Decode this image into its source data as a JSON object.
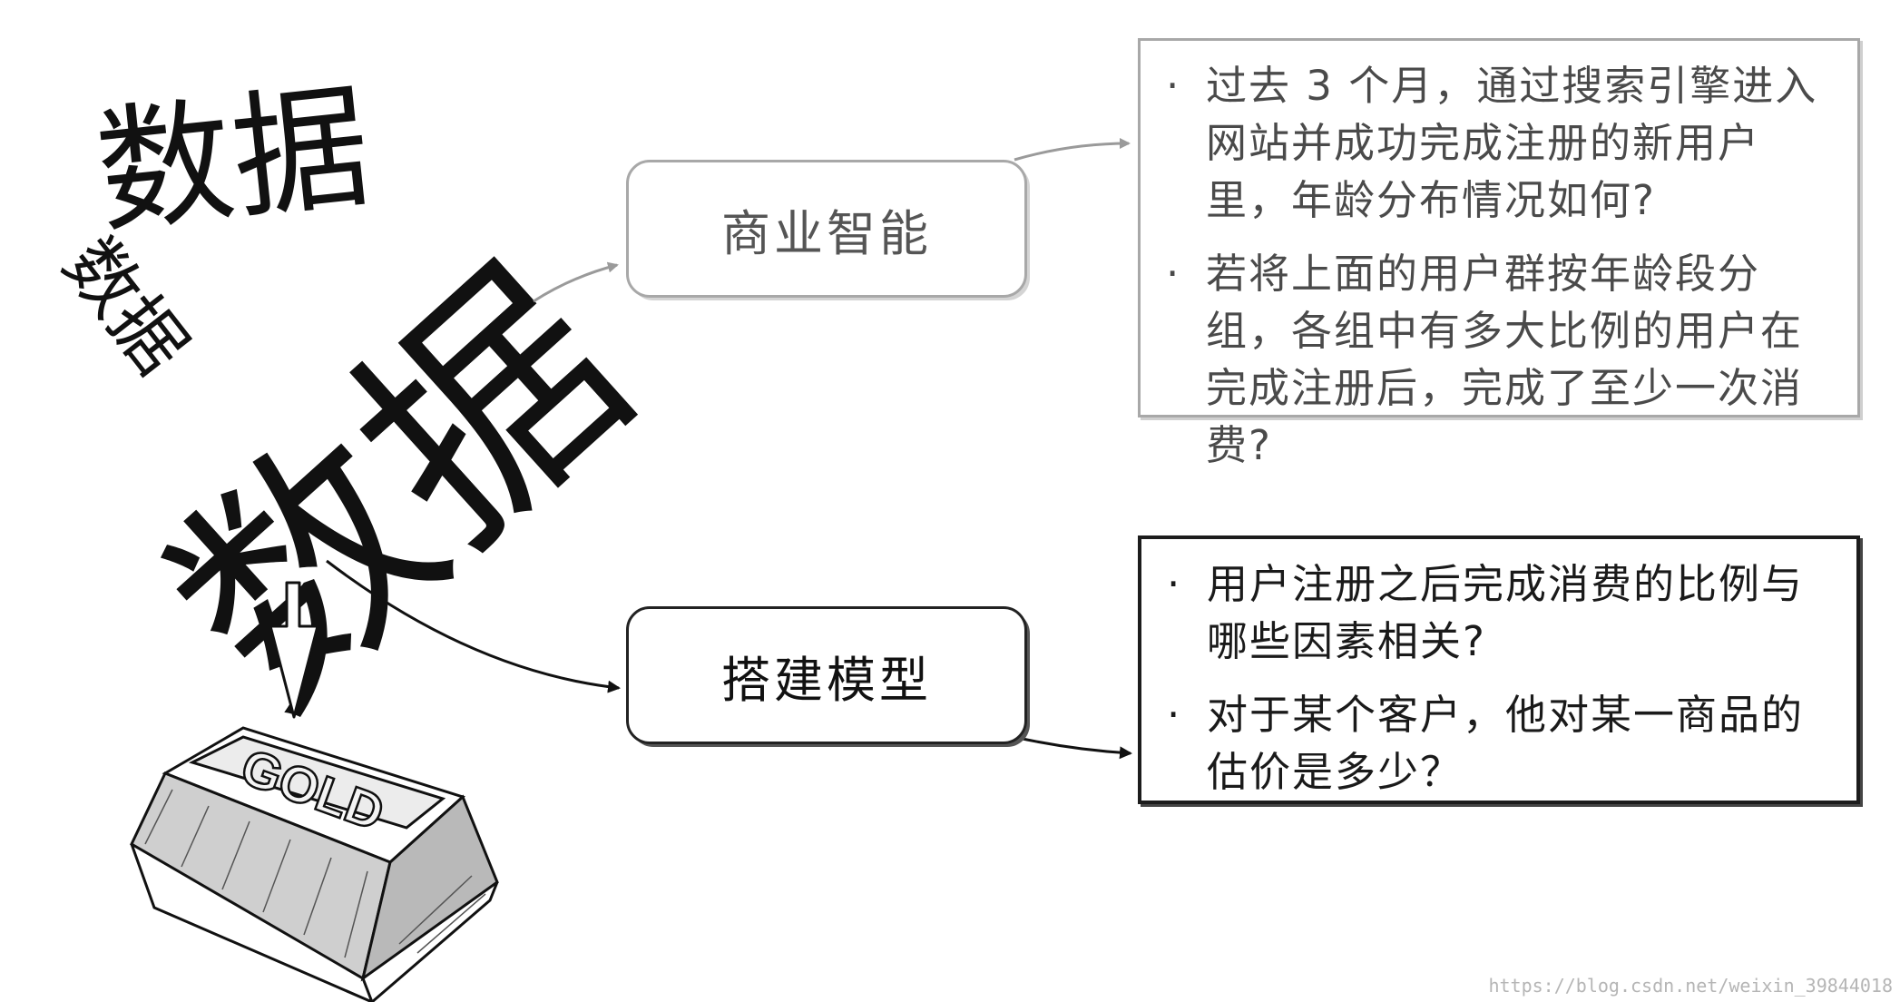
{
  "words": {
    "medium": "数据",
    "small": "数据",
    "large": "数据"
  },
  "gold_bar": {
    "label": "GOLD"
  },
  "stages": {
    "bi": "商业智能",
    "model": "搭建模型"
  },
  "questions": {
    "bi": [
      "过去 3 个月，通过搜索引擎进入网站并成功完成注册的新用户里，年龄分布情况如何?",
      "若将上面的用户群按年龄段分组，各组中有多大比例的用户在完成注册后，完成了至少一次消费?"
    ],
    "model": [
      "用户注册之后完成消费的比例与哪些因素相关?",
      "对于某个客户，他对某一商品的估价是多少？"
    ]
  },
  "bullet_symbol": "·",
  "watermark": "https://blog.csdn.net/weixin_39844018",
  "colors": {
    "bi_stroke": "#a8a8a8",
    "model_stroke": "#1c1c1c",
    "gold_body": "#cfcfcf",
    "gold_top": "#ececec"
  }
}
